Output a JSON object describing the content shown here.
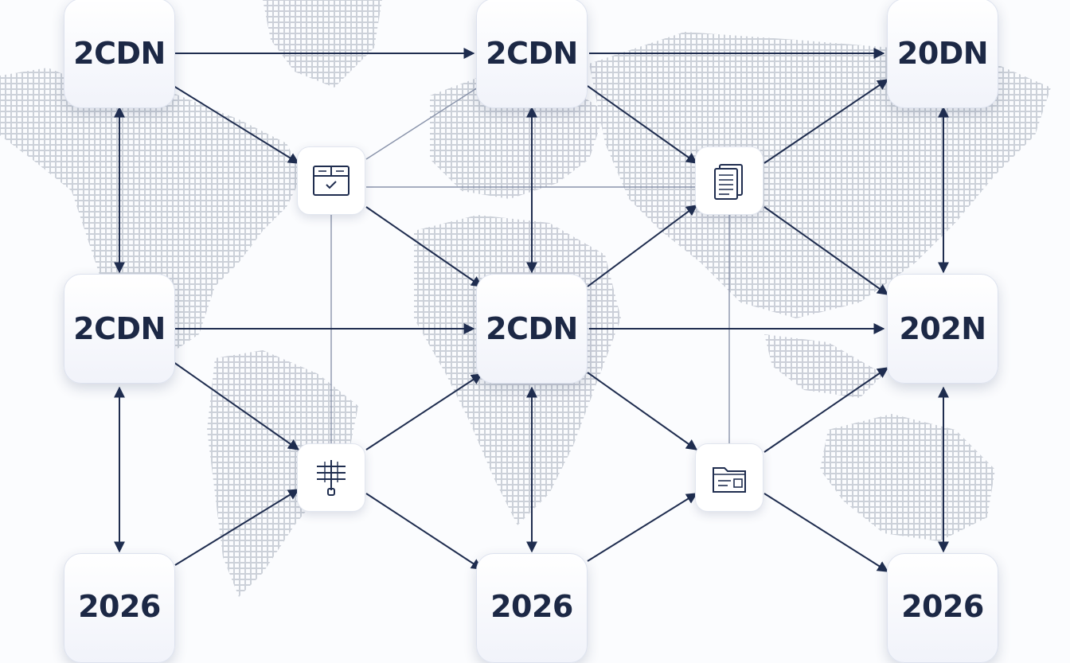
{
  "diagram": {
    "nodes": [
      {
        "id": "n-r1c1",
        "label": "2CDN"
      },
      {
        "id": "n-r1c2",
        "label": "2CDN"
      },
      {
        "id": "n-r1c3",
        "label": "20DN"
      },
      {
        "id": "n-r2c1",
        "label": "2CDN"
      },
      {
        "id": "n-r2c2",
        "label": "2CDN"
      },
      {
        "id": "n-r2c3",
        "label": "202N"
      },
      {
        "id": "n-r3c1",
        "label": "2026"
      },
      {
        "id": "n-r3c2",
        "label": "2026"
      },
      {
        "id": "n-r3c3",
        "label": "2026"
      }
    ],
    "hubs": [
      {
        "id": "h-checklist",
        "icon": "checklist-icon"
      },
      {
        "id": "h-document",
        "icon": "document-stack-icon"
      },
      {
        "id": "h-server",
        "icon": "server-rack-icon"
      },
      {
        "id": "h-folder",
        "icon": "folder-icon"
      }
    ],
    "colors": {
      "edge": "#1f2d4f",
      "edge_light": "#6b7896",
      "map": "#c4c9d3",
      "node_text": "#1c2845"
    }
  }
}
